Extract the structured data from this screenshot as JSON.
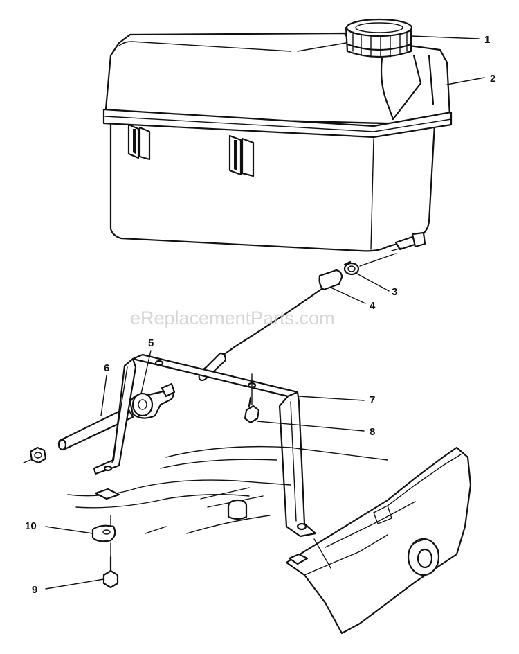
{
  "watermark": "eReplacementParts.com",
  "callouts": [
    {
      "id": "1",
      "text": "1"
    },
    {
      "id": "2",
      "text": "2"
    },
    {
      "id": "3",
      "text": "3"
    },
    {
      "id": "4",
      "text": "4"
    },
    {
      "id": "5",
      "text": "5"
    },
    {
      "id": "6",
      "text": "6"
    },
    {
      "id": "7",
      "text": "7"
    },
    {
      "id": "8",
      "text": "8"
    },
    {
      "id": "9",
      "text": "9"
    },
    {
      "id": "10",
      "text": "10"
    }
  ]
}
